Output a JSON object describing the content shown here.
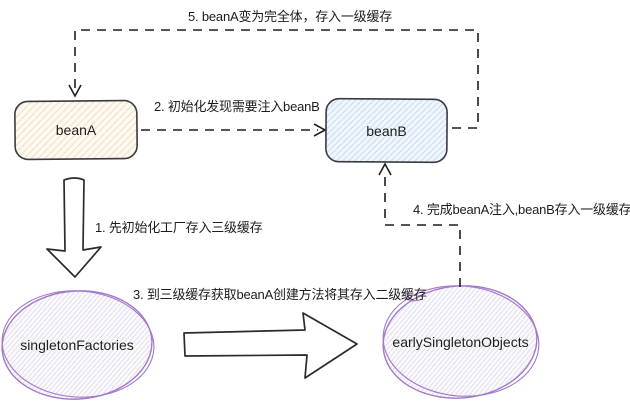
{
  "diagram": {
    "nodes": {
      "bean_a": {
        "label": "beanA"
      },
      "bean_b": {
        "label": "beanB"
      },
      "singleton_factories": {
        "label": "singletonFactories"
      },
      "early_singleton_objects": {
        "label": "earlySingletonObjects"
      }
    },
    "steps": {
      "step1": "1. 先初始化工厂存入三级缓存",
      "step2": "2. 初始化发现需要注入beanB",
      "step3": "3. 到三级缓存获取beanA创建方法将其存入二级缓存",
      "step4": "4. 完成beanA注入,beanB存入一级缓存",
      "step5": "5. beanA变为完全体，存入一级缓存"
    },
    "colors": {
      "line": "#1e1e1e",
      "bean_a_fill": "#fdf9f0",
      "bean_a_hatch": "#f0dfc3",
      "bean_b_fill": "#f0f6fc",
      "bean_b_hatch": "#c9dcf2",
      "cache_stroke": "#a27ac9",
      "cache_fill": "#fbfafc",
      "cache_hatch": "#ded9e6"
    }
  }
}
